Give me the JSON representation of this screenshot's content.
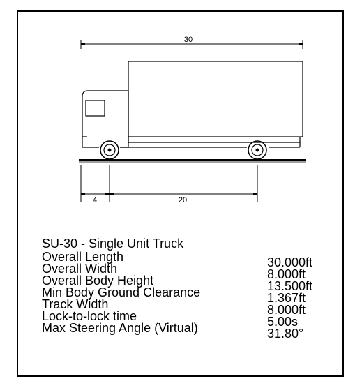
{
  "dimensions": {
    "overall_length": "30",
    "front_overhang": "4",
    "wheelbase": "20"
  },
  "vehicle": {
    "title": "SU-30 - Single Unit Truck"
  },
  "specs": [
    {
      "label": "Overall Length",
      "value": "30.000ft"
    },
    {
      "label": "Overall Width",
      "value": "8.000ft"
    },
    {
      "label": "Overall Body Height",
      "value": "13.500ft"
    },
    {
      "label": "Min Body Ground Clearance",
      "value": "1.367ft"
    },
    {
      "label": "Track Width",
      "value": "8.000ft"
    },
    {
      "label": "Lock-to-lock time",
      "value": "5.00s"
    },
    {
      "label": "Max Steering Angle (Virtual)",
      "value": "31.80°"
    }
  ],
  "colors": {
    "line": "#000000",
    "background": "#ffffff"
  }
}
